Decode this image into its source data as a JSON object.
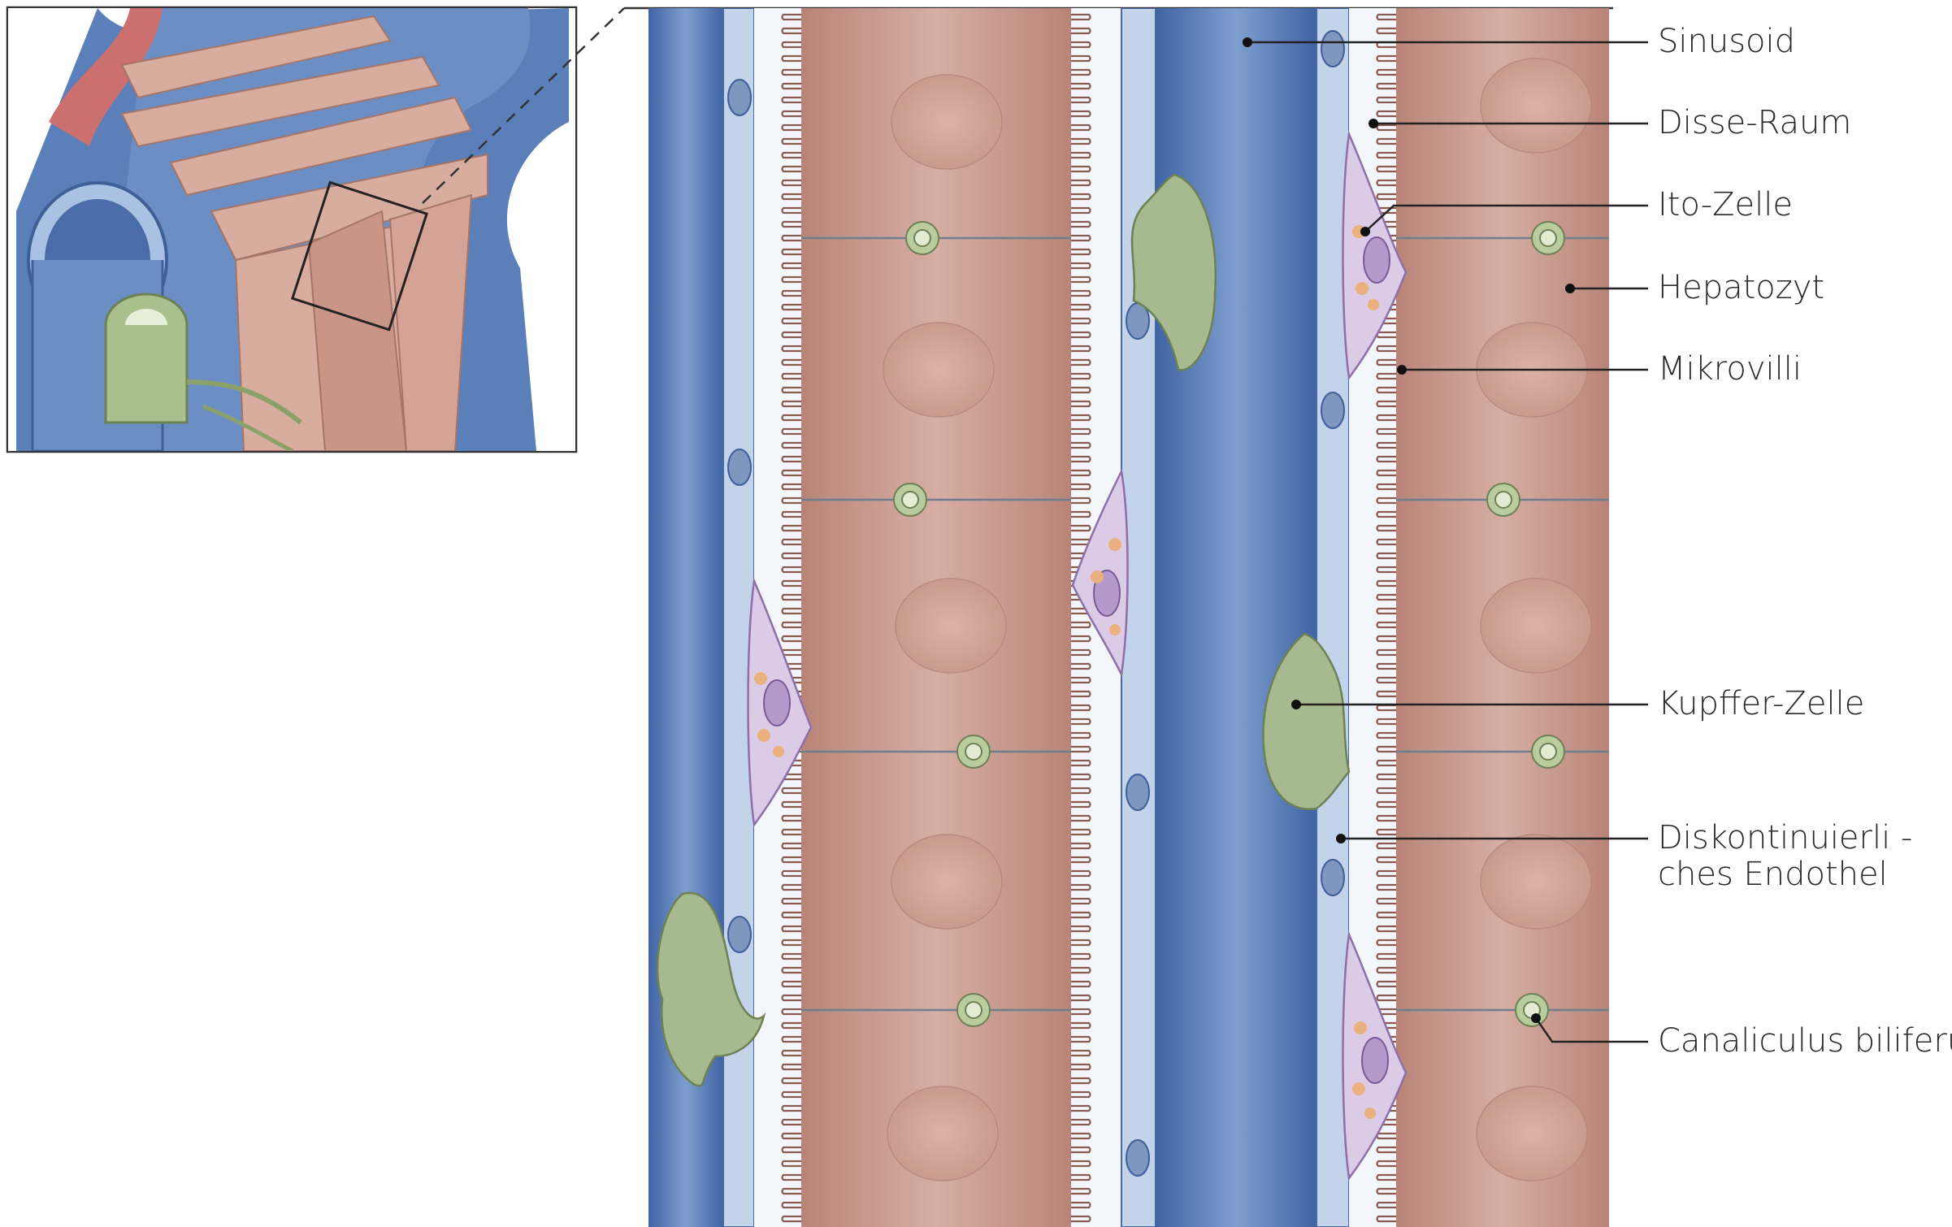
{
  "labels": {
    "sinusoid": "Sinusoid",
    "disse_raum": "Disse-Raum",
    "ito_zelle": "Ito-Zelle",
    "hepatozyt": "Hepatozyt",
    "mikrovilli": "Mikrovilli",
    "kupffer_zelle": "Kupffer-Zelle",
    "diskontinuierliches_line1": "Diskontinuierli -",
    "diskontinuierliches_line2": "ches Endothel",
    "canaliculus": "Canaliculus biliferus"
  },
  "colors": {
    "sinusoid_blue": "#5a7fb8",
    "endothel_light": "#c9d7ec",
    "hepatocyte": "#c99a8e",
    "nucleus": "#d7aea3",
    "ito_purple": "#d8c4e4",
    "ito_fat": "#eab07e",
    "kupffer_green": "#a7b98e",
    "disse_white": "#f2f5fb"
  }
}
